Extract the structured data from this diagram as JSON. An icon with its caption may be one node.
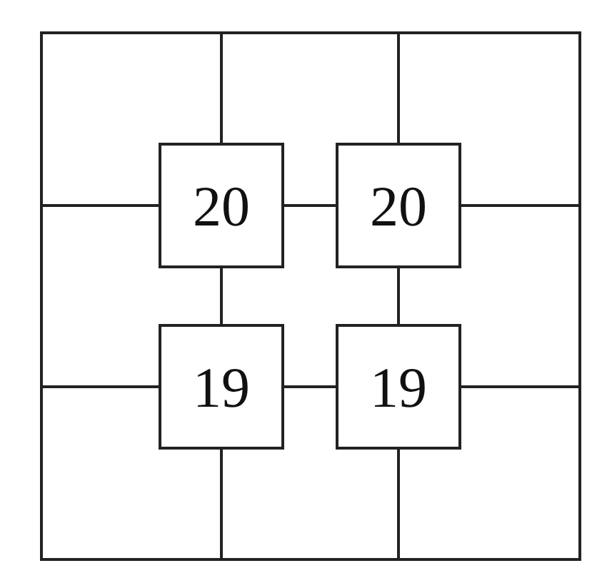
{
  "diagram": {
    "nodes": [
      {
        "text": [],
        "shape": "box"
      },
      {
        "text": [
          "20"
        ],
        "in": 0
      },
      {
        "text": [
          "20"
        ],
        "in": 0
      },
      {
        "text": [
          "19"
        ],
        "in": 0
      },
      {
        "text": [
          "19"
        ],
        "in": 0
      }
    ],
    "edges": [
      {
        "from": 1,
        "to": 2,
        "arrow": "none"
      },
      {
        "from": 1,
        "to": 3,
        "arrow": "none"
      },
      {
        "from": 2,
        "to": 4,
        "arrow": "none"
      },
      {
        "from": 3,
        "to": 4,
        "arrow": "none"
      },
      {
        "from": 1,
        "to": 0,
        "arrow": "none"
      },
      {
        "from": 1,
        "to": 0,
        "arrow": "none"
      },
      {
        "from": 2,
        "to": 0,
        "arrow": "none"
      },
      {
        "from": 2,
        "to": 0,
        "arrow": "none"
      },
      {
        "from": 3,
        "to": 0,
        "arrow": "none"
      },
      {
        "from": 3,
        "to": 0,
        "arrow": "none"
      },
      {
        "from": 4,
        "to": 0,
        "arrow": "none"
      },
      {
        "from": 4,
        "to": 0,
        "arrow": "none"
      }
    ]
  }
}
